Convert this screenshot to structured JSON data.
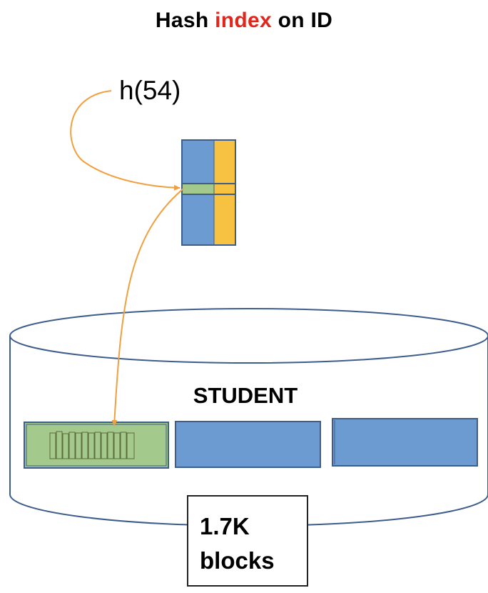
{
  "title": {
    "part1": "Hash ",
    "highlight": "index",
    "part2": " on ID"
  },
  "hash_call": "h(54)",
  "table_name": "STUDENT",
  "block_count": {
    "line1": "1.7K",
    "line2": "blocks"
  },
  "colors": {
    "highlight_red": "#e3261b",
    "bucket_blue": "#6b9bd1",
    "bucket_yellow": "#f7c242",
    "bucket_green": "#a3c98c",
    "arrow_orange": "#f0a040",
    "outline_navy": "#3d5d8a"
  }
}
